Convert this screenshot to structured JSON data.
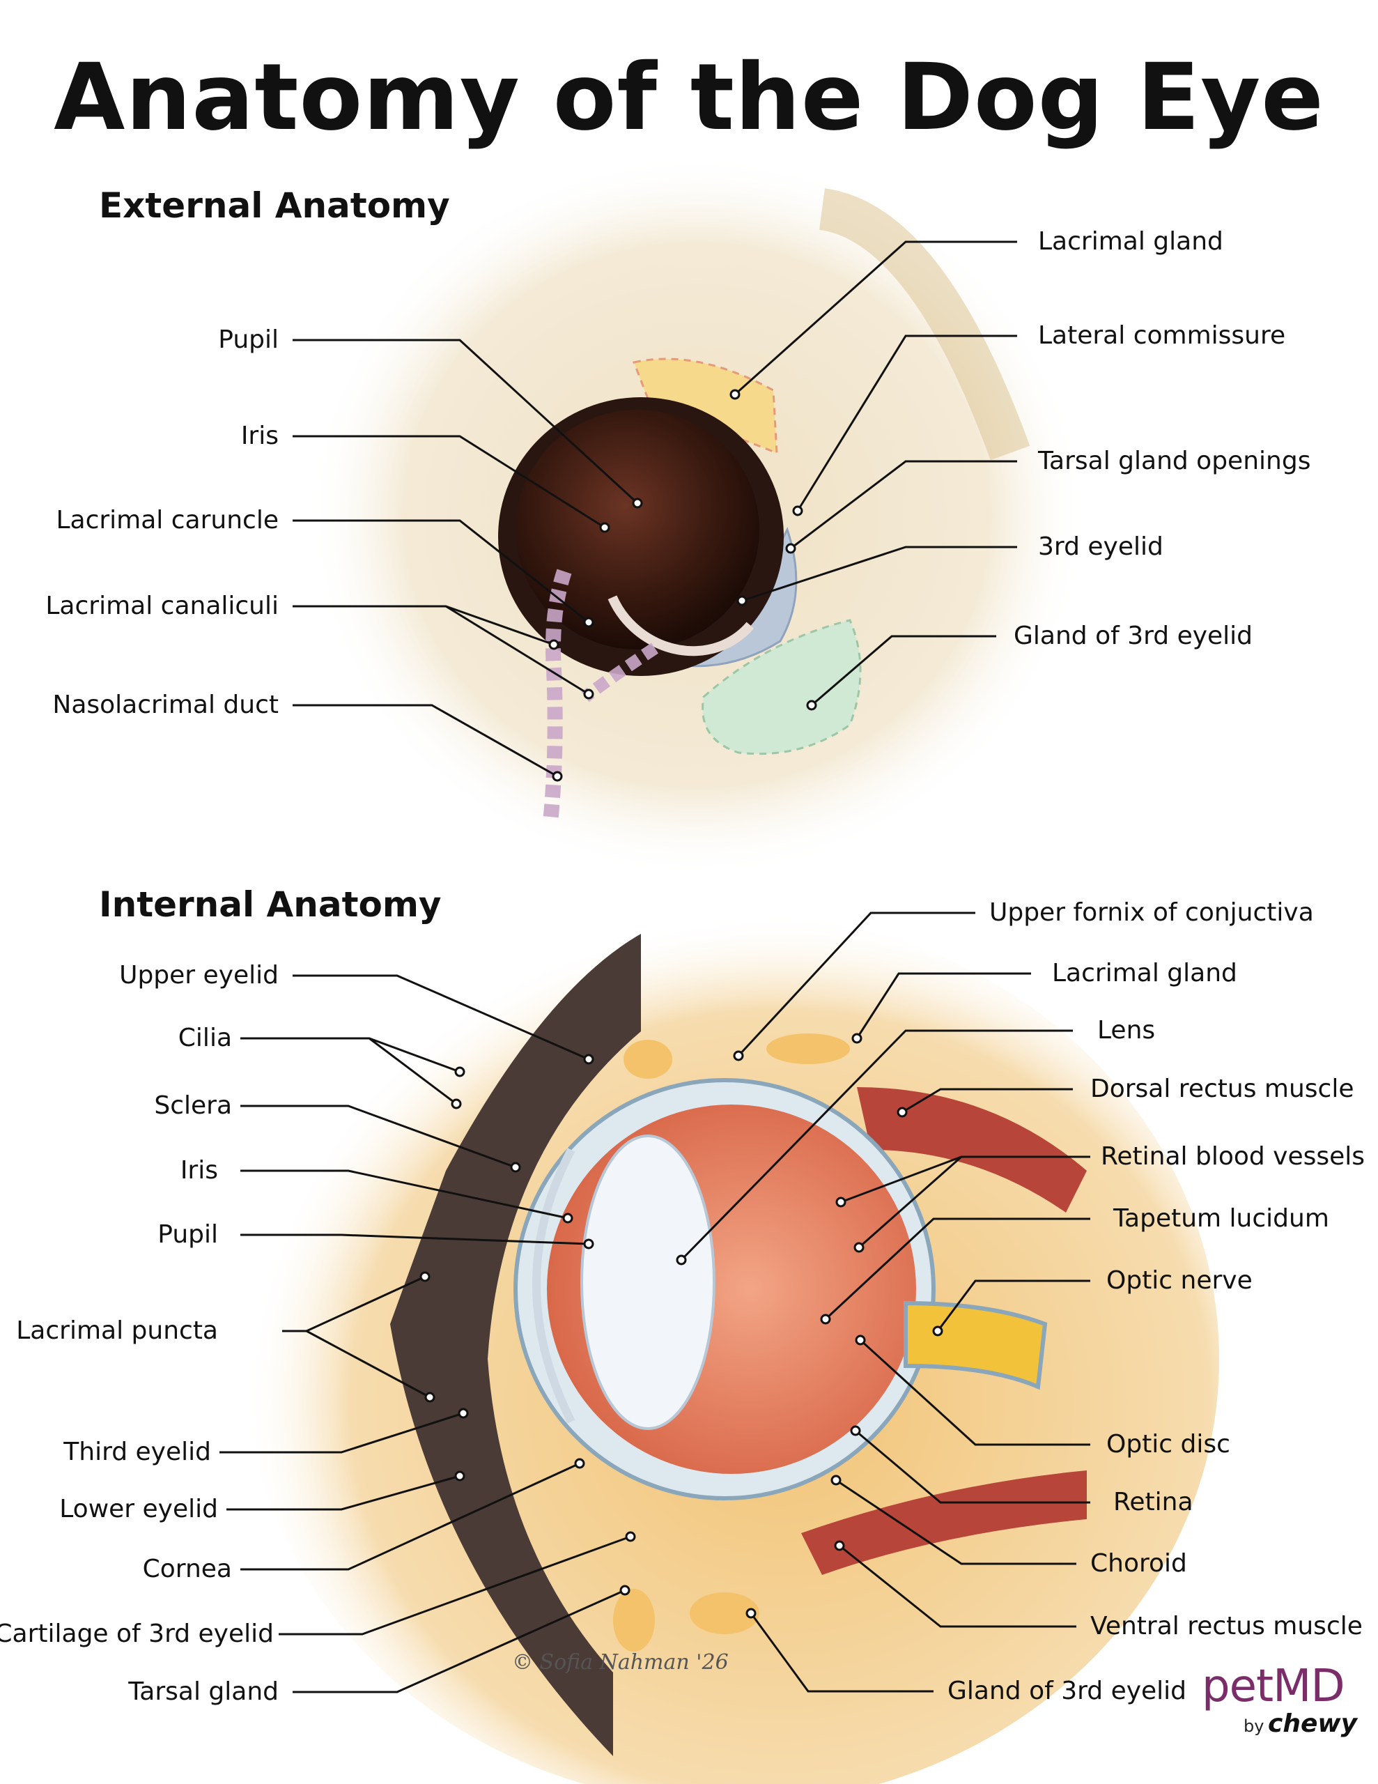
{
  "title": "Anatomy of the Dog Eye",
  "external": {
    "heading": "External Anatomy",
    "labels_left": [
      "Pupil",
      "Iris",
      "Lacrimal caruncle",
      "Lacrimal canaliculi",
      "Nasolacrimal duct"
    ],
    "labels_right": [
      "Lacrimal gland",
      "Lateral commissure",
      "Tarsal gland openings",
      "3rd eyelid",
      "Gland of 3rd eyelid"
    ]
  },
  "internal": {
    "heading": "Internal Anatomy",
    "labels_left": [
      "Upper eyelid",
      "Cilia",
      "Sclera",
      "Iris",
      "Pupil",
      "Lacrimal puncta",
      "Third eyelid",
      "Lower eyelid",
      "Cornea",
      "Cartilage of 3rd eyelid",
      "Tarsal gland"
    ],
    "labels_right": [
      "Upper fornix of conjuctiva",
      "Lacrimal gland",
      "Lens",
      "Dorsal rectus muscle",
      "Retinal blood vessels",
      "Tapetum lucidum",
      "Optic nerve",
      "Optic disc",
      "Retina",
      "Choroid",
      "Ventral rectus muscle",
      "Gland of 3rd eyelid"
    ]
  },
  "signature": "© Sofia Nahman '26",
  "logo": {
    "brand": "petMD",
    "by": "by",
    "parent": "chewy"
  },
  "colors": {
    "fur": "#f3e7cf",
    "iris": "#3a1a10",
    "lacrimal_gland": "#f6d98a",
    "third_eyelid": "#b9c7d8",
    "gland_third_eyelid": "#cfe9d4",
    "nasolacrimal": "#c9a6c8",
    "muscle": "#b8453a",
    "fat": "#f3c26a",
    "eyelid_skin": "#4a3b36",
    "retina": "#e58c6a",
    "brand": "#7b2d6a"
  }
}
